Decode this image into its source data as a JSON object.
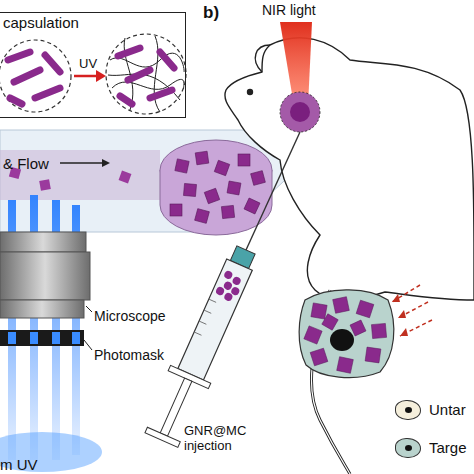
{
  "diagram": {
    "nodes": [
      {
        "text": [
          "capsulation",
          "UV"
        ]
      }
    ],
    "labels": [
      "& Flow",
      "Microscope",
      "Photomask",
      "m UV",
      "b)",
      "NIR light",
      "GNR@MC injection"
    ],
    "legend": [
      {
        "text": "Untar",
        "color": "#f5efdc"
      },
      {
        "text": "Targe",
        "color": "#b9d3cd"
      }
    ]
  }
}
